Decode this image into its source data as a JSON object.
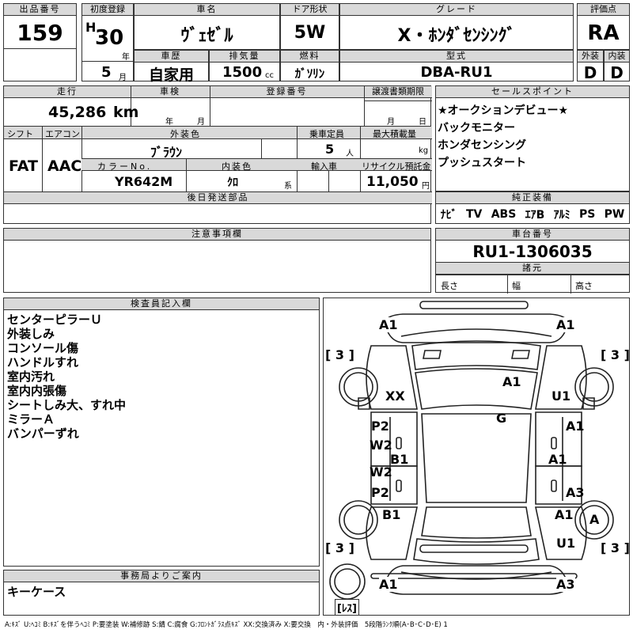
{
  "header": {
    "lot_no": {
      "label": "出品番号",
      "value": "159"
    },
    "first_reg": {
      "label": "初度登録",
      "era": "H",
      "year": "30",
      "year_unit": "年",
      "month": "5",
      "month_unit": "月"
    },
    "car_name": {
      "label": "車名",
      "value": "ｳﾞｪｾﾞﾙ"
    },
    "door": {
      "label": "ドア形状",
      "value": "5W"
    },
    "grade": {
      "label": "グレード",
      "value": "X・ﾎﾝﾀﾞｾﾝｼﾝｸﾞ"
    },
    "score": {
      "label": "評価点",
      "value": "RA"
    },
    "history": {
      "label": "車歴",
      "value": "自家用"
    },
    "displacement": {
      "label": "排気量",
      "value": "1500",
      "unit": "cc"
    },
    "fuel": {
      "label": "燃料",
      "value": "ｶﾞｿﾘﾝ"
    },
    "model": {
      "label": "型式",
      "value": "DBA-RU1"
    },
    "exterior": {
      "label": "外装",
      "value": "D"
    },
    "interior": {
      "label": "内装",
      "value": "D"
    }
  },
  "row2": {
    "mileage": {
      "label": "走行",
      "value": "45,286",
      "unit": "km"
    },
    "inspection": {
      "label": "車検",
      "year_unit": "年",
      "month_unit": "月"
    },
    "reg_no": {
      "label": "登録番号"
    },
    "deadline": {
      "label": "譲渡書類期限",
      "month_unit": "月",
      "day_unit": "日"
    },
    "shift": {
      "label": "シフト",
      "value": "FAT"
    },
    "ac": {
      "label": "エアコン",
      "value": "AAC"
    },
    "ext_color": {
      "label": "外装色",
      "value": "ﾌﾞﾗｳﾝ"
    },
    "capacity": {
      "label": "乗車定員",
      "value": "5",
      "unit": "人"
    },
    "max_load": {
      "label": "最大積載量",
      "unit": "kg"
    },
    "color_no": {
      "label": "カラーNo.",
      "value": "YR642M"
    },
    "int_color": {
      "label": "内装色",
      "value": "ｸﾛ",
      "unit": "系"
    },
    "import": {
      "label": "輸入車"
    },
    "recycle": {
      "label": "リサイクル預託金",
      "value": "11,050",
      "unit": "円"
    },
    "later_parts": {
      "label": "後日発送部品"
    }
  },
  "sales_points": {
    "label": "セールスポイント",
    "items": [
      "★オークションデビュー★",
      "バックモニター",
      "ホンダセンシング",
      "プッシュスタート"
    ]
  },
  "equipment": {
    "label": "純正装備",
    "items": [
      "ﾅﾋﾞ",
      "TV",
      "ABS",
      "ｴｱB",
      "ｱﾙﾐ",
      "PS",
      "PW"
    ]
  },
  "notes": {
    "label": "注意事項欄"
  },
  "chassis": {
    "label": "車台番号",
    "value": "RU1-1306035"
  },
  "dimensions": {
    "label": "諸元",
    "length": "長さ",
    "width": "幅",
    "height": "高さ"
  },
  "inspector": {
    "label": "検査員記入欄",
    "items": [
      "センターピラーＵ",
      "外装しみ",
      "コンソール傷",
      "ハンドルすれ",
      "室内汚れ",
      "室内内張傷",
      "シートしみ大、すれ中",
      "ミラーＡ",
      "バンパーずれ"
    ]
  },
  "office": {
    "label": "事務局よりご案内",
    "value": "キーケース"
  },
  "diagram": {
    "tires": {
      "fl": "[ 3 ]",
      "fr": "[ 3 ]",
      "rl": "[ 3 ]",
      "rr": "[ 3 ]",
      "spare": "[ﾚｽ]"
    },
    "marks": {
      "front_bumper_l": "A1",
      "front_bumper_r": "A1",
      "hood": "A1",
      "windshield": "G",
      "fender_l": "XX",
      "fender_r": "U1",
      "front_door_l_p": "P2",
      "front_door_l_w": "W2",
      "rocker_l": "B1",
      "rocker_r": "A1",
      "rear_door_l_w": "W2",
      "rear_door_l_p": "P2",
      "front_door_r": "A1",
      "rear_door_r": "A3",
      "quarter_l": "B1",
      "quarter_r": "A1",
      "rear_r": "U1",
      "wheel_rr": "A",
      "rear_bumper_l": "A1",
      "rear_bumper_r": "A3"
    }
  },
  "legend": "A:ｷｽﾞ U:ﾍｺﾐ B:ｷｽﾞを伴うﾍｺﾐ P:要塗装 W:補修跡 S:錆 C:腐食 G:ﾌﾛﾝﾄｶﾞﾗｽ点ｷｽﾞ XX:交換済み X:要交換　内・外装評価　5段階ﾗﾝｸ順(A･B･C･D･E) 1"
}
